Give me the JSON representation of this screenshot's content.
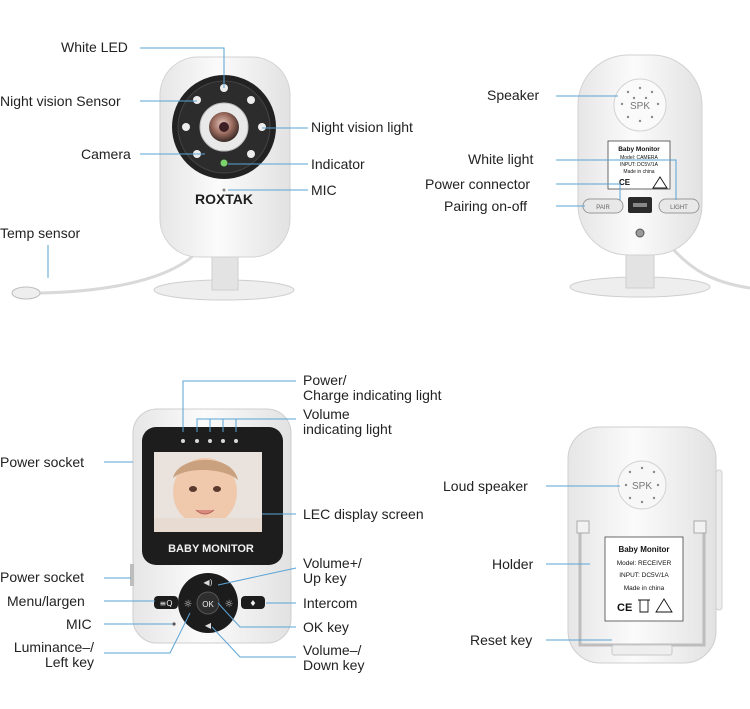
{
  "camera_front": {
    "brand": "ROXTAK",
    "labels": {
      "white_led": "White LED",
      "night_vision_sensor": "Night vision Sensor",
      "camera": "Camera",
      "night_vision_light": "Night vision light",
      "indicator": "Indicator",
      "mic": "MIC",
      "temp_sensor": "Temp sensor"
    }
  },
  "camera_back": {
    "speaker_grille_text": "SPK",
    "sticker": {
      "title": "Baby Monitor",
      "model": "Model: CAMERA",
      "input": "INPUT: DC5V/1A",
      "origin": "Made in china",
      "marks": "CE"
    },
    "button_left": "PAIR",
    "button_right": "LIGHT",
    "labels": {
      "speaker": "Speaker",
      "white_light": "White light",
      "power_connector": "Power connector",
      "pairing": "Pairing on-off"
    }
  },
  "receiver_front": {
    "screen_brand": "BABY MONITOR",
    "ok_text": "OK",
    "labels": {
      "power_charge_1": "Power/",
      "power_charge_2": "Charge indicating light",
      "volume_light_1": "Volume",
      "volume_light_2": "indicating light",
      "power_socket_top": "Power socket",
      "display": "LEC display screen",
      "power_socket": "Power socket",
      "menu": "Menu/largen",
      "mic": "MIC",
      "luminance_1": "Luminance–/",
      "luminance_2": "Left key",
      "volume_up_1": "Volume+/",
      "volume_up_2": "Up key",
      "intercom": "Intercom",
      "ok_key": "OK key",
      "volume_down_1": "Volume–/",
      "volume_down_2": "Down key"
    }
  },
  "receiver_back": {
    "speaker_grille_text": "SPK",
    "sticker": {
      "title": "Baby Monitor",
      "model": "Model: RECEIVER",
      "input": "INPUT: DC5V/1A",
      "origin": "Made in china",
      "marks": "CE"
    },
    "labels": {
      "loud_speaker": "Loud speaker",
      "holder": "Holder",
      "reset": "Reset key"
    }
  },
  "colors": {
    "leader": "#5aa3d6",
    "device": "#f4f4f4",
    "device_edge": "#d6d6d6",
    "dark": "#1c1c1c",
    "text": "#222222"
  }
}
